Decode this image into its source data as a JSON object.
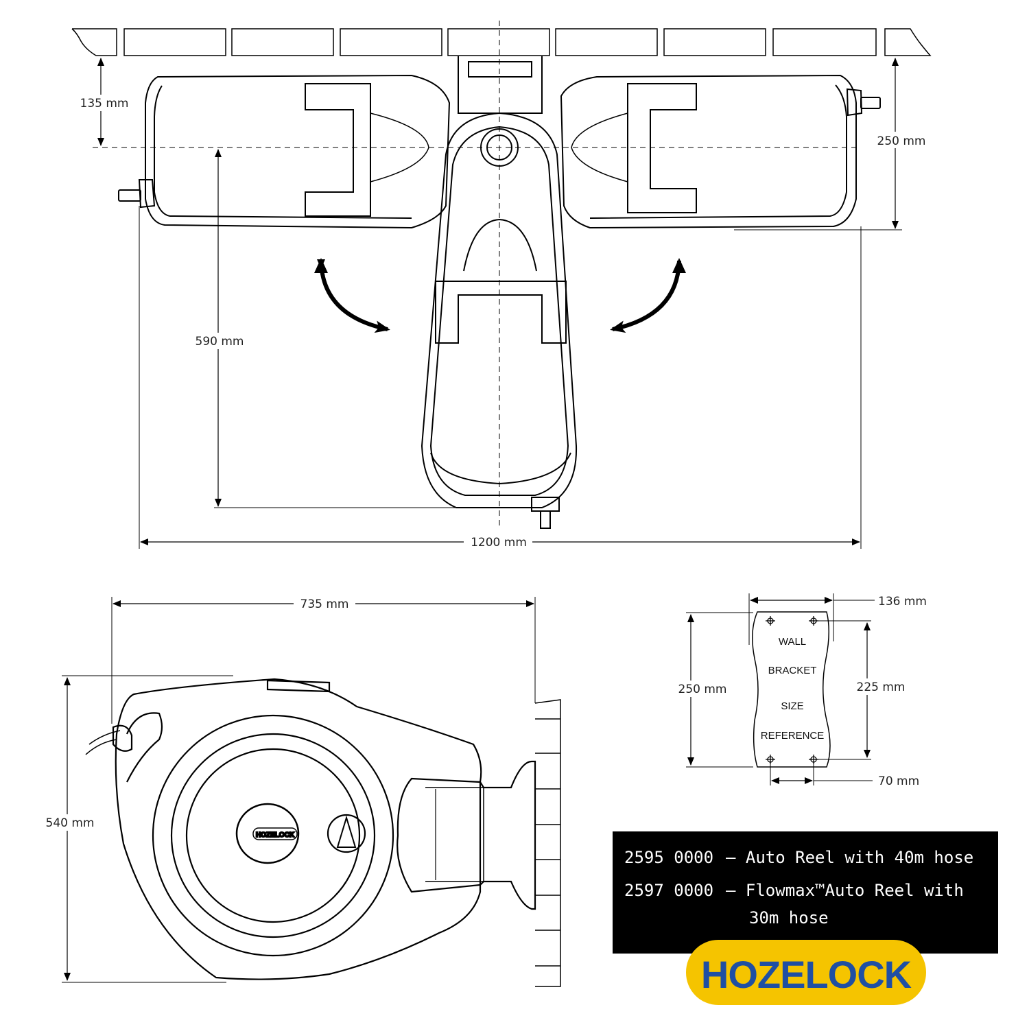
{
  "dimensions": {
    "wall_offset": "135 mm",
    "bracket_depth_top": "250 mm",
    "arm_reach": "590 mm",
    "overall_width": "1200 mm",
    "side_width": "735 mm",
    "side_height": "540 mm",
    "bracket_width": "136 mm",
    "bracket_height": "250 mm",
    "bracket_hole_vertical": "225 mm",
    "bracket_hole_horizontal": "70 mm"
  },
  "bracket_label": [
    "WALL",
    "BRACKET",
    "SIZE",
    "REFERENCE"
  ],
  "products": [
    {
      "code": "2595 0000",
      "desc": "– Auto Reel with 40m hose"
    },
    {
      "code": "2597 0000",
      "desc": "– Flowmax™Auto Reel with"
    },
    {
      "code": "",
      "desc": "30m hose"
    }
  ],
  "brand": {
    "name": "HOZELOCK",
    "badge_text": "HOZELOCK",
    "color": "#1f4fa3",
    "accent": "#f5c400"
  }
}
